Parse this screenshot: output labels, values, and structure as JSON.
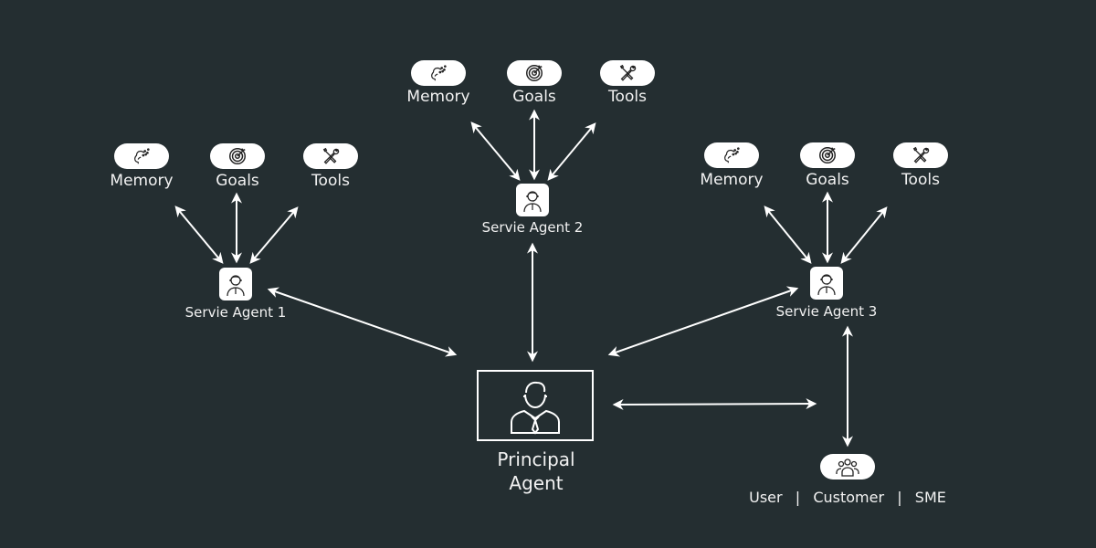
{
  "diagram": {
    "background_color": "#242e31",
    "line_color": "#ffffff",
    "principal": {
      "label_line1": "Principal",
      "label_line2": "Agent",
      "icon": "person-icon"
    },
    "agents": [
      {
        "id": "agent1",
        "label": "Servie Agent 1",
        "icon": "support-agent-icon",
        "resources": [
          {
            "label": "Memory",
            "icon": "brain-icon"
          },
          {
            "label": "Goals",
            "icon": "target-icon"
          },
          {
            "label": "Tools",
            "icon": "tools-icon"
          }
        ]
      },
      {
        "id": "agent2",
        "label": "Servie Agent 2",
        "icon": "support-agent-icon",
        "resources": [
          {
            "label": "Memory",
            "icon": "brain-icon"
          },
          {
            "label": "Goals",
            "icon": "target-icon"
          },
          {
            "label": "Tools",
            "icon": "tools-icon"
          }
        ]
      },
      {
        "id": "agent3",
        "label": "Servie Agent 3",
        "icon": "support-agent-icon",
        "resources": [
          {
            "label": "Memory",
            "icon": "brain-icon"
          },
          {
            "label": "Goals",
            "icon": "target-icon"
          },
          {
            "label": "Tools",
            "icon": "tools-icon"
          }
        ]
      }
    ],
    "users": {
      "label": "User  |  Customer  |  SME",
      "icon": "users-group-icon"
    },
    "connections": [
      {
        "from": "agent1",
        "to": "principal",
        "type": "bidirectional"
      },
      {
        "from": "agent2",
        "to": "principal",
        "type": "bidirectional"
      },
      {
        "from": "agent3",
        "to": "principal",
        "type": "bidirectional"
      },
      {
        "from": "agent3",
        "to": "users",
        "type": "bidirectional"
      },
      {
        "from": "principal",
        "to": "users",
        "type": "bidirectional"
      },
      {
        "from": "agent1",
        "to": "agent1.Memory",
        "type": "bidirectional"
      },
      {
        "from": "agent1",
        "to": "agent1.Goals",
        "type": "bidirectional"
      },
      {
        "from": "agent1",
        "to": "agent1.Tools",
        "type": "bidirectional"
      },
      {
        "from": "agent2",
        "to": "agent2.Memory",
        "type": "bidirectional"
      },
      {
        "from": "agent2",
        "to": "agent2.Goals",
        "type": "bidirectional"
      },
      {
        "from": "agent2",
        "to": "agent2.Tools",
        "type": "bidirectional"
      },
      {
        "from": "agent3",
        "to": "agent3.Memory",
        "type": "bidirectional"
      },
      {
        "from": "agent3",
        "to": "agent3.Goals",
        "type": "bidirectional"
      },
      {
        "from": "agent3",
        "to": "agent3.Tools",
        "type": "bidirectional"
      }
    ]
  }
}
